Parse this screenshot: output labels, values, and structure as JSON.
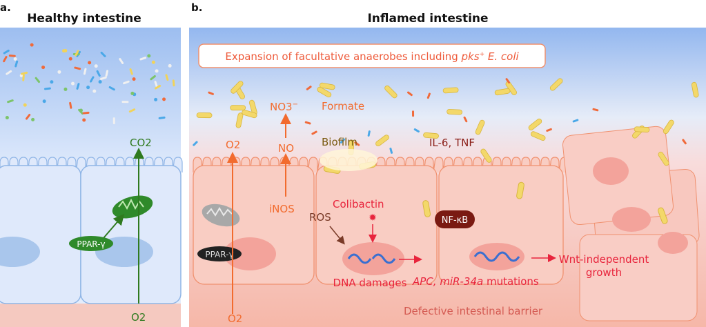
{
  "panel_a": {
    "letter": "a.",
    "title": "Healthy intestine",
    "co2": "CO2",
    "o2": "O2",
    "ppar": "PPAR-γ"
  },
  "panel_b": {
    "letter": "b.",
    "title": "Inflamed intestine",
    "banner_main": "Expansion of facultative anaerobes including ",
    "banner_pks": "pks",
    "banner_sup": "+",
    "banner_ecoli": " E. coli",
    "o2_top": "O2",
    "o2_bottom": "O2",
    "no3": "NO3",
    "no3_charge": "−",
    "no": "NO",
    "inos": "iNOS",
    "formate": "Formate",
    "biofilm": "Biofilm",
    "cytokines": "IL-6, TNF",
    "colibactin": "Colibactin",
    "ros": "ROS",
    "nfkb": "NF-κB",
    "ppar": "PPAR-γ",
    "dna_damages": "DNA damages",
    "mutations_italic": "APC, miR-34a",
    "mutations_rest": " mutations",
    "wnt_line1": "Wnt-independent",
    "wnt_line2": "growth",
    "barrier": "Defective intestinal barrier"
  },
  "colors": {
    "green": "#2f7a1f",
    "orange": "#f26b2e",
    "red": "#e8243c",
    "darkred": "#8a1d16",
    "brown": "#7a3b28"
  }
}
